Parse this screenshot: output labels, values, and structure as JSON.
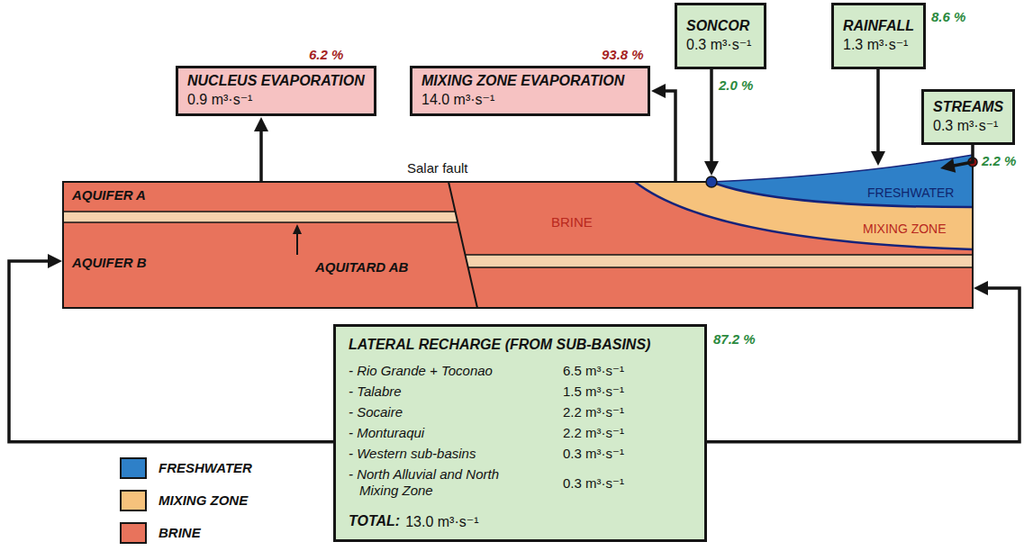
{
  "diagram": {
    "nodes": [
      {
        "text": [
          "NUCLEUS EVAPORATION",
          "0.9 m³·s⁻¹"
        ]
      },
      {
        "text": [
          "MIXING ZONE EVAPORATION",
          "14.0 m³·s⁻¹"
        ]
      },
      {
        "text": [
          "SONCOR",
          "0.3 m³·s⁻¹"
        ]
      },
      {
        "text": [
          "RAINFALL",
          "1.3 m³·s⁻¹"
        ]
      },
      {
        "text": [
          "STREAMS",
          "0.3 m³·s⁻¹"
        ]
      },
      {
        "text": [
          "Salar fault",
          "AQUIFER A",
          "AQUIFER B",
          "AQUITARD AB",
          "BRINE",
          "FRESHWATER",
          "MIXING ZONE"
        ]
      },
      {
        "text": [
          "LATERAL RECHARGE (FROM SUB-BASINS)",
          "- Rio Grande + Toconao",
          "6.5 m³·s⁻¹",
          "- Talabre",
          "1.5 m³·s⁻¹",
          "- Socaire",
          "2.2 m³·s⁻¹",
          "- Monturaqui",
          "2.2 m³·s⁻¹",
          "- Western sub-basins",
          "0.3 m³·s⁻¹",
          "- North Alluvial and North Mixing Zone",
          "0.3 m³·s⁻¹",
          "TOTAL:",
          "13.0 m³·s⁻¹"
        ]
      }
    ],
    "edges": [
      {
        "from": 5,
        "to": 0,
        "arrow": "to"
      },
      {
        "from": 5,
        "to": 1,
        "arrow": "to"
      },
      {
        "from": 2,
        "to": 5,
        "arrow": "to"
      },
      {
        "from": 3,
        "to": 5,
        "arrow": "to"
      },
      {
        "from": 4,
        "to": 5,
        "arrow": "to"
      },
      {
        "from": 6,
        "to": 5,
        "arrow": "to"
      }
    ],
    "labels": [
      "6.2 %",
      "93.8 %",
      "2.0 %",
      "8.6 %",
      "2.2 %",
      "87.2 %"
    ],
    "legend": [
      {
        "text": "FRESHWATER",
        "color": "#2e80c8"
      },
      {
        "text": "MIXING ZONE",
        "color": "#f6c27c"
      },
      {
        "text": "BRINE",
        "color": "#e8735c"
      }
    ]
  }
}
